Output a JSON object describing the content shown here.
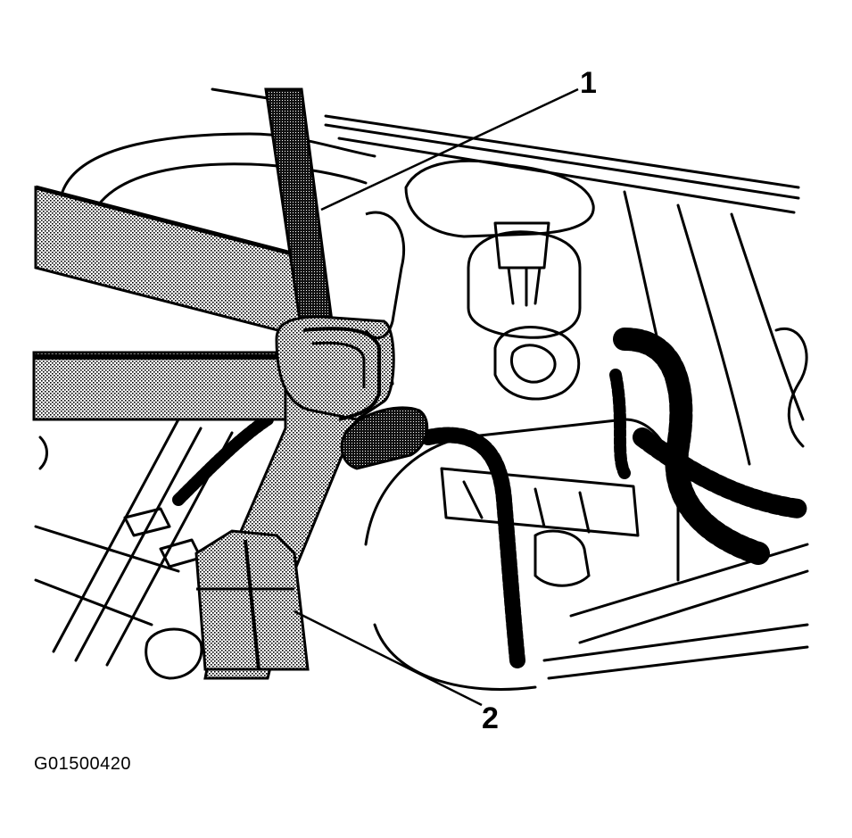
{
  "figure": {
    "id_label": "G01500420",
    "callouts": [
      "1",
      "2"
    ]
  },
  "icons": {
    "illustration": "engine-wiring-harness-illustration",
    "leader": "leader-line"
  },
  "colors": {
    "ink": "#000000",
    "background": "#ffffff"
  }
}
